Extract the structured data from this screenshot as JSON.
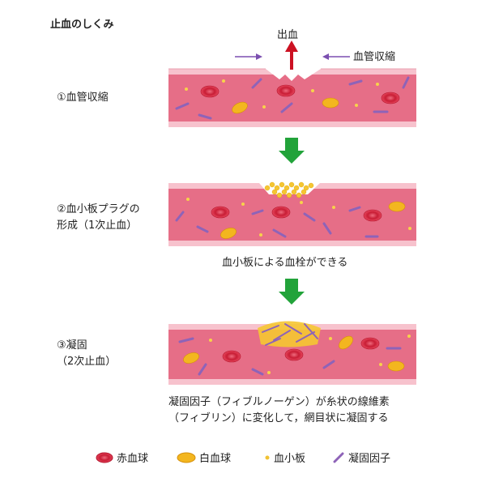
{
  "title": "止血のしくみ",
  "bleeding_label": "出血",
  "constriction_label": "血管収縮",
  "steps": [
    {
      "label": "①血管収縮"
    },
    {
      "label_line1": "②血小板プラグの",
      "label_line2": "形成（1次止血）"
    },
    {
      "label_line1": "③凝固",
      "label_line2": "（2次止血）"
    }
  ],
  "caption_platelet": "血小板による血栓ができる",
  "caption_coag_line1": "凝固因子（フィブルノーゲン）が糸状の線維素",
  "caption_coag_line2": "（フィブリン）に変化して，網目状に凝固する",
  "legend": [
    {
      "label": "赤血球",
      "icon": "red-blood-cell-icon",
      "color": "#d7263d"
    },
    {
      "label": "白血球",
      "icon": "white-blood-cell-icon",
      "color": "#f3b61f"
    },
    {
      "label": "血小板",
      "icon": "platelet-icon",
      "color": "#f1c232"
    },
    {
      "label": "凝固因子",
      "icon": "coagulation-factor-icon",
      "color": "#8e63b8"
    }
  ],
  "colors": {
    "vessel": "#e36d86",
    "vessel_wall": "#f8b9c6",
    "arrow_green": "#22a33a",
    "arrow_red": "#cc1122",
    "arrow_purple": "#7b4fb0"
  }
}
